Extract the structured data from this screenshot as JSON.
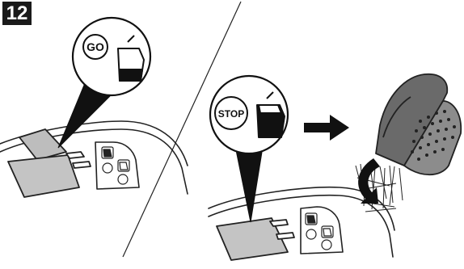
{
  "step": {
    "number": "12"
  },
  "labels": {
    "go": "GO",
    "stop": "STOP"
  }
}
